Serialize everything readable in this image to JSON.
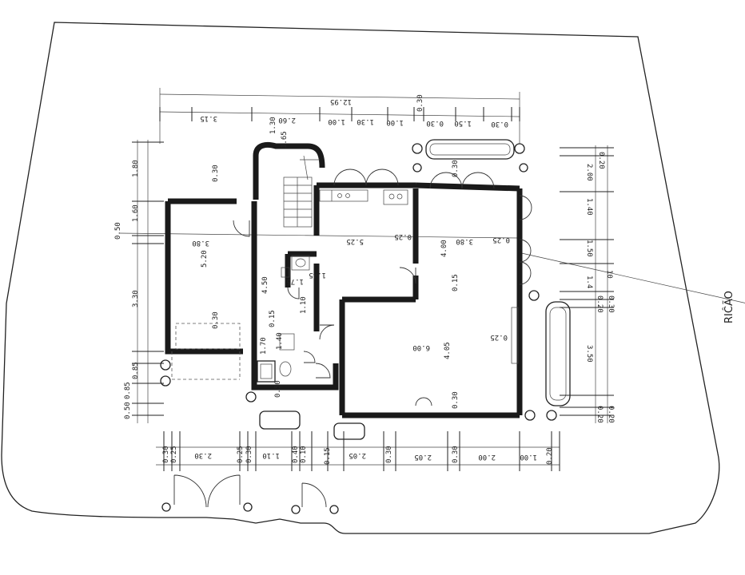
{
  "street_label": "RIĈÃO",
  "top_dimensions": {
    "overall": "12.95",
    "segments": [
      "3.15",
      "2.60",
      "1.00",
      "1.30",
      "1.00",
      "0.30",
      "0.30",
      "1.50",
      "0.30"
    ]
  },
  "bottom_dimensions": {
    "segments": [
      "0.30",
      "0.25",
      "2.30",
      "0.25",
      "0.30",
      "0.40",
      "1.10",
      "0.10",
      "0.15",
      "2.05",
      "0.30",
      "2.05",
      "0.30",
      "2.00",
      "1.00",
      "0.20"
    ]
  },
  "left_dimensions": {
    "segments": [
      "1.80",
      "1.60",
      "0.50",
      "3.30",
      "0.85",
      "0.85",
      "0.50"
    ]
  },
  "right_dimensions": {
    "segments": [
      "0.20",
      "2.00",
      "1.40",
      "1.50",
      "1.4",
      "10",
      "0.20",
      "0.30",
      "3.50",
      "0.20",
      "0.20"
    ]
  },
  "room_dimensions": {
    "garage_width": "3.80",
    "garage_length": "5.20",
    "garage_door": "0.30",
    "stair_top": "1.65",
    "stair_width": "1.30",
    "corridor_len": "4.50",
    "wall_015": "0.15",
    "bath_a": "1.70",
    "bath_b": "1.40",
    "hall_a": "1.75",
    "hall_b": "1.45",
    "hall_c": "1.10",
    "kitchen_width": "5.25",
    "kitchen_w2": "0.25",
    "living_depth": "4.00",
    "living_depth2": "4.05",
    "living_width": "6.00",
    "living_w2": "0.25",
    "bedroom_width": "3.80",
    "partition": "0.15",
    "col_030": "0.30",
    "steps": "0.50"
  }
}
